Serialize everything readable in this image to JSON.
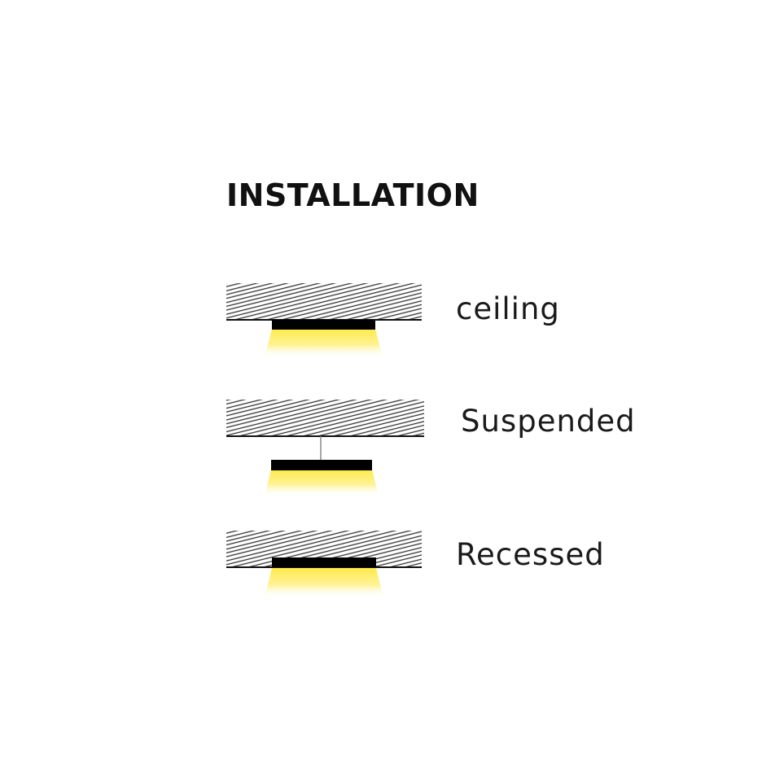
{
  "title": "INSTALLATION",
  "options": [
    {
      "label": "ceiling",
      "type": "surface"
    },
    {
      "label": "Suspended",
      "type": "suspended"
    },
    {
      "label": "Recessed",
      "type": "recessed"
    }
  ],
  "colors": {
    "text": "#111111",
    "fixture": "#000000",
    "hatch": "#333333",
    "light": "#FFE94A",
    "wire": "#888888"
  }
}
